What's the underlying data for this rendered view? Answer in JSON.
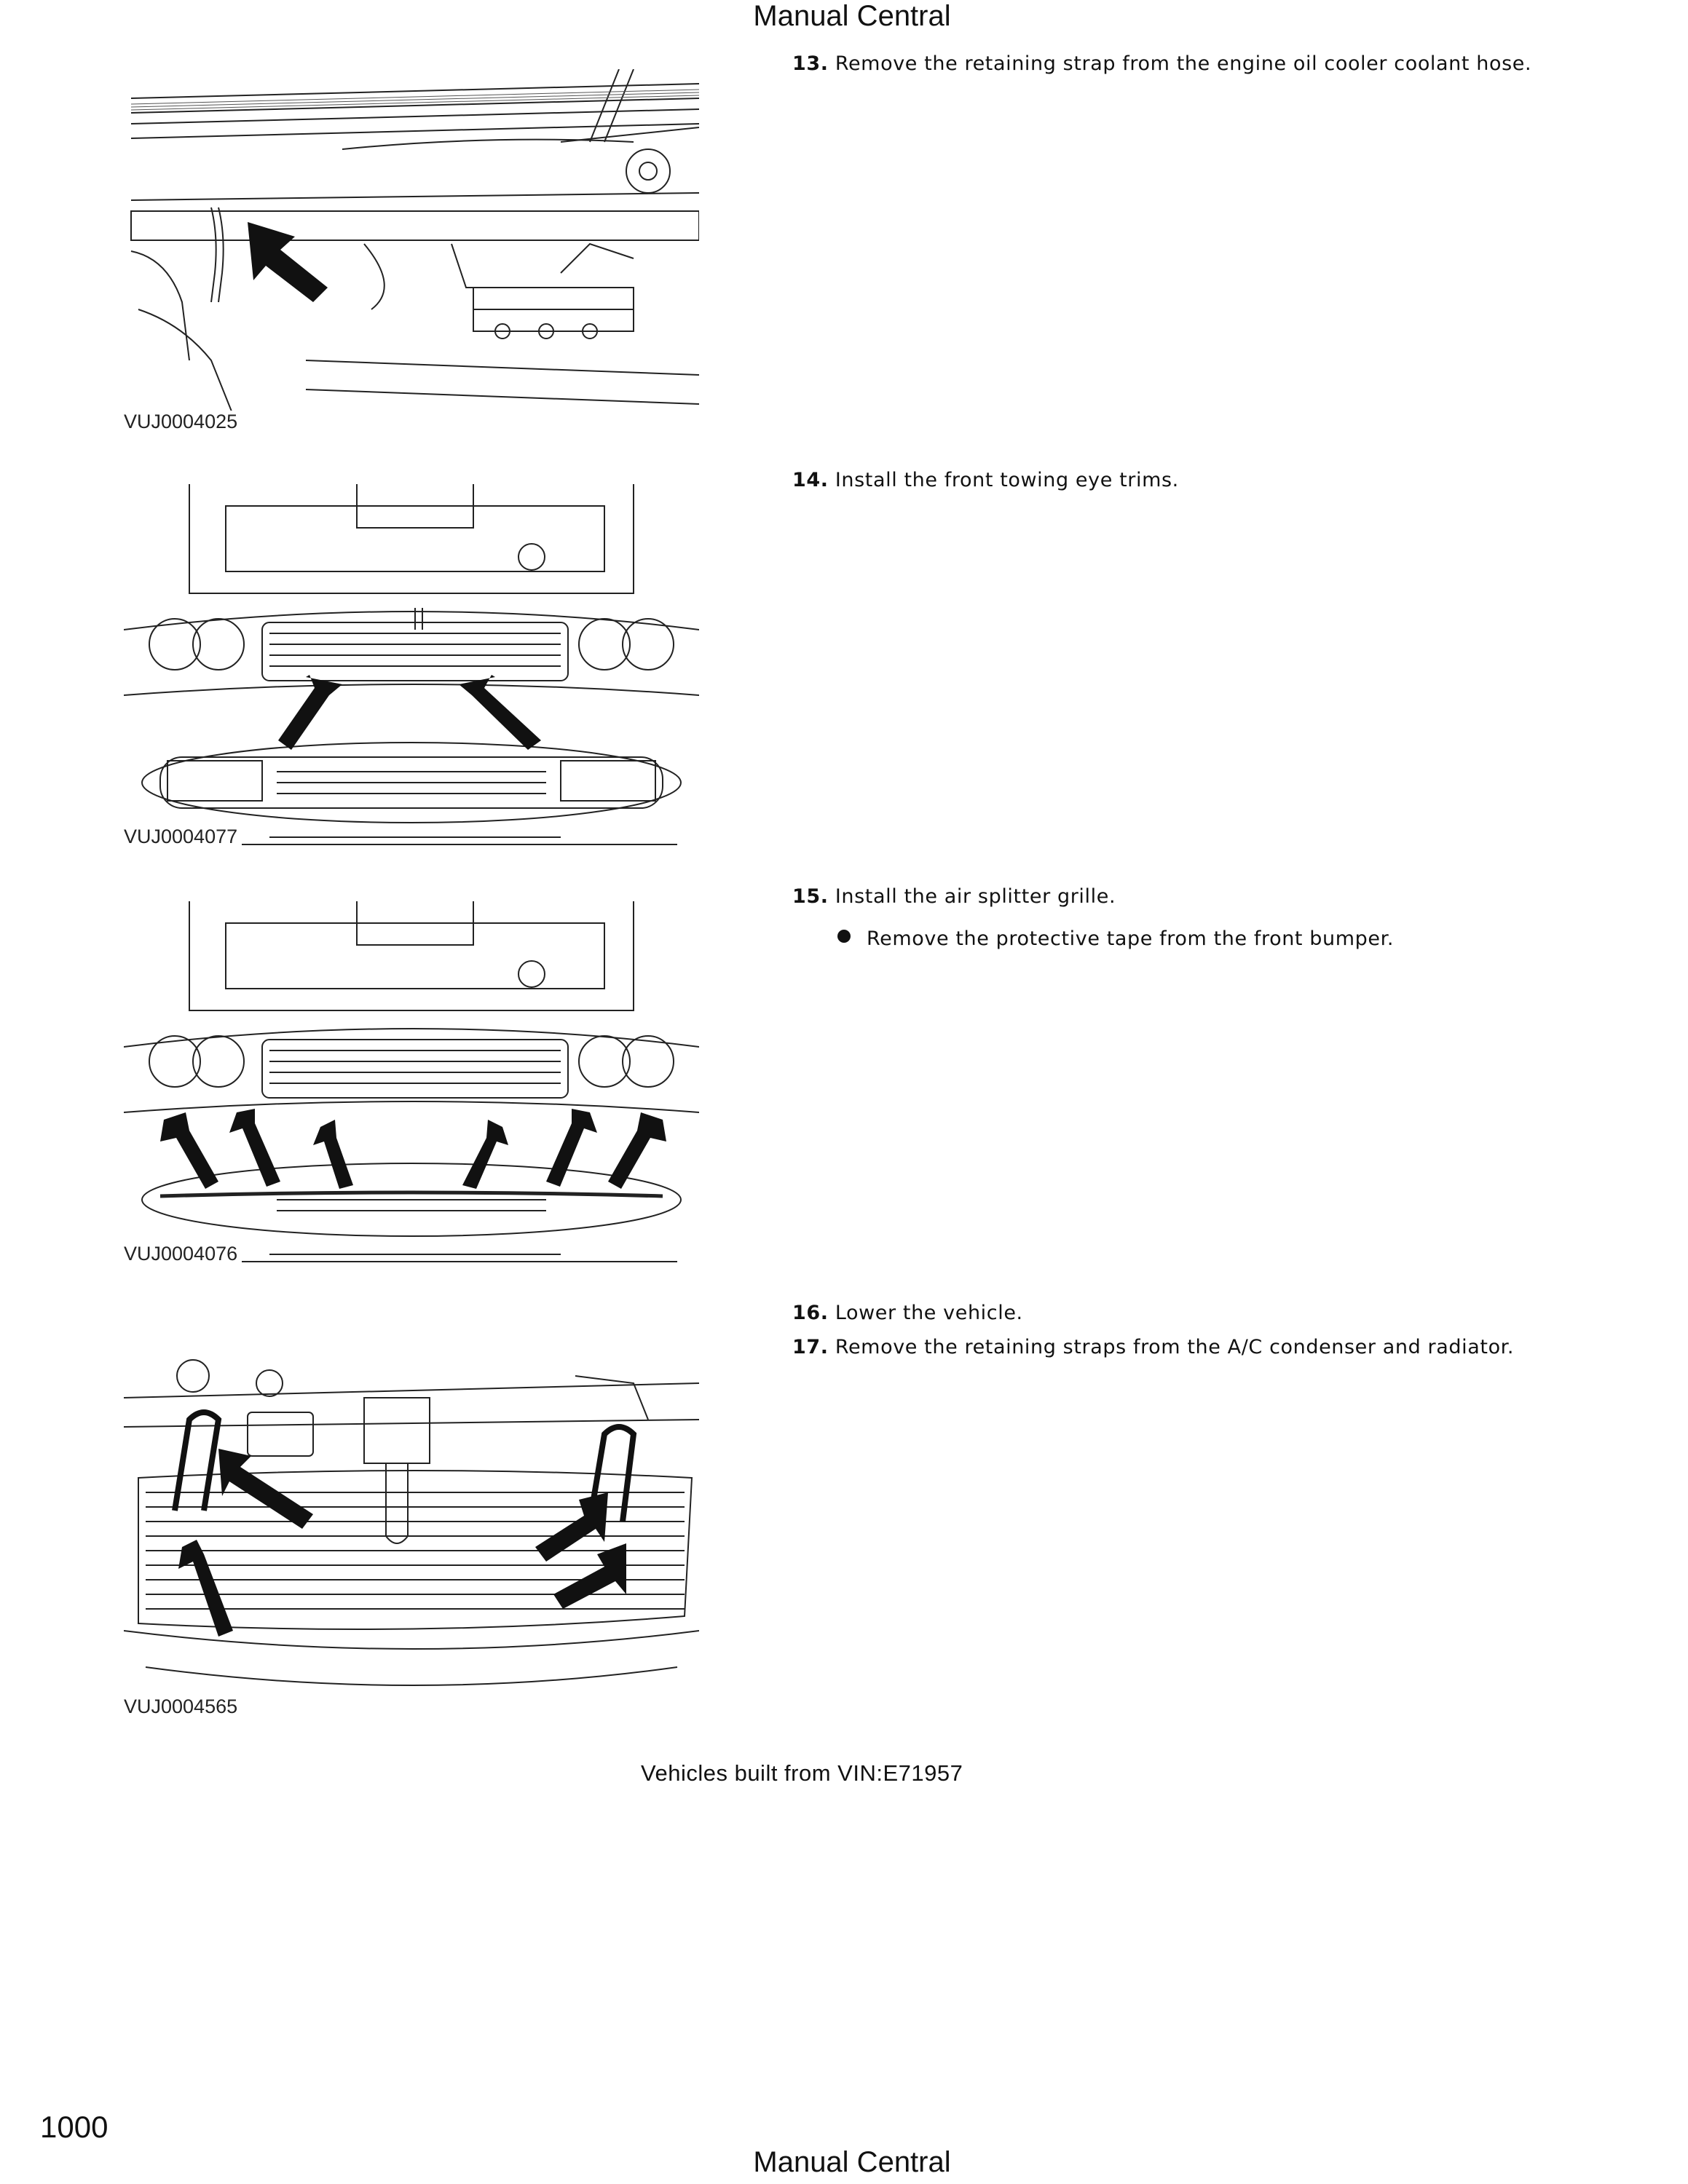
{
  "header": {
    "title": "Manual Central"
  },
  "footer": {
    "title": "Manual Central",
    "page_number": "1000"
  },
  "steps": [
    {
      "num": "13.",
      "text": "Remove the retaining strap from the engine oil cooler coolant hose.",
      "figure_id": "VUJ0004025"
    },
    {
      "num": "14.",
      "text": "Install the front towing eye trims.",
      "figure_id": "VUJ0004077"
    },
    {
      "num": "15.",
      "text": "Install the air splitter grille.",
      "bullet": "Remove the protective tape from the front bumper.",
      "figure_id": "VUJ0004076"
    },
    {
      "num": "16.",
      "text": "Lower the vehicle."
    },
    {
      "num": "17.",
      "text": "Remove the retaining straps from the A/C condenser and radiator.",
      "figure_id": "VUJ0004565"
    }
  ],
  "section_note": "Vehicles built from VIN:E71957"
}
